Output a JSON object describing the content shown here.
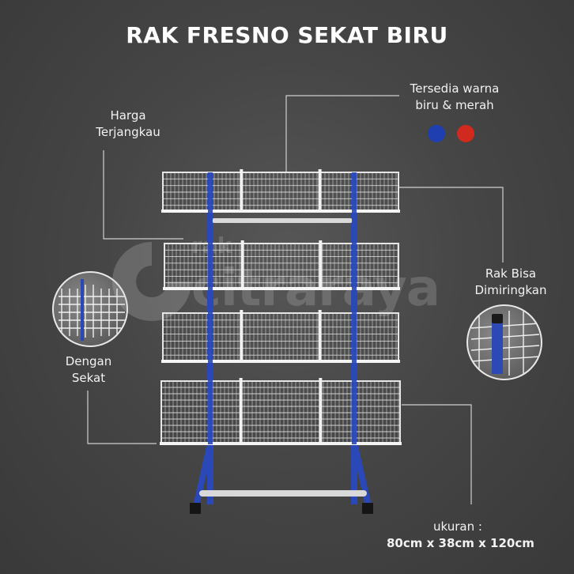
{
  "title": "RAK FRESNO SEKAT BIRU",
  "features": {
    "harga": [
      "Harga",
      "Terjangkau"
    ],
    "warna": [
      "Tersedia warna",
      "biru & merah"
    ],
    "miring": [
      "Rak Bisa",
      "Dimiringkan"
    ],
    "sekat": [
      "Dengan",
      "Sekat"
    ]
  },
  "size": {
    "label": "ukuran :",
    "value": "80cm x 38cm x 120cm"
  },
  "watermark": {
    "line1": "rak",
    "line2": "citraraya"
  },
  "colors": {
    "blue": "#1f3fb0",
    "red": "#d02a1e",
    "frame": "#2a48b8",
    "wire": "#e6e6e6"
  }
}
